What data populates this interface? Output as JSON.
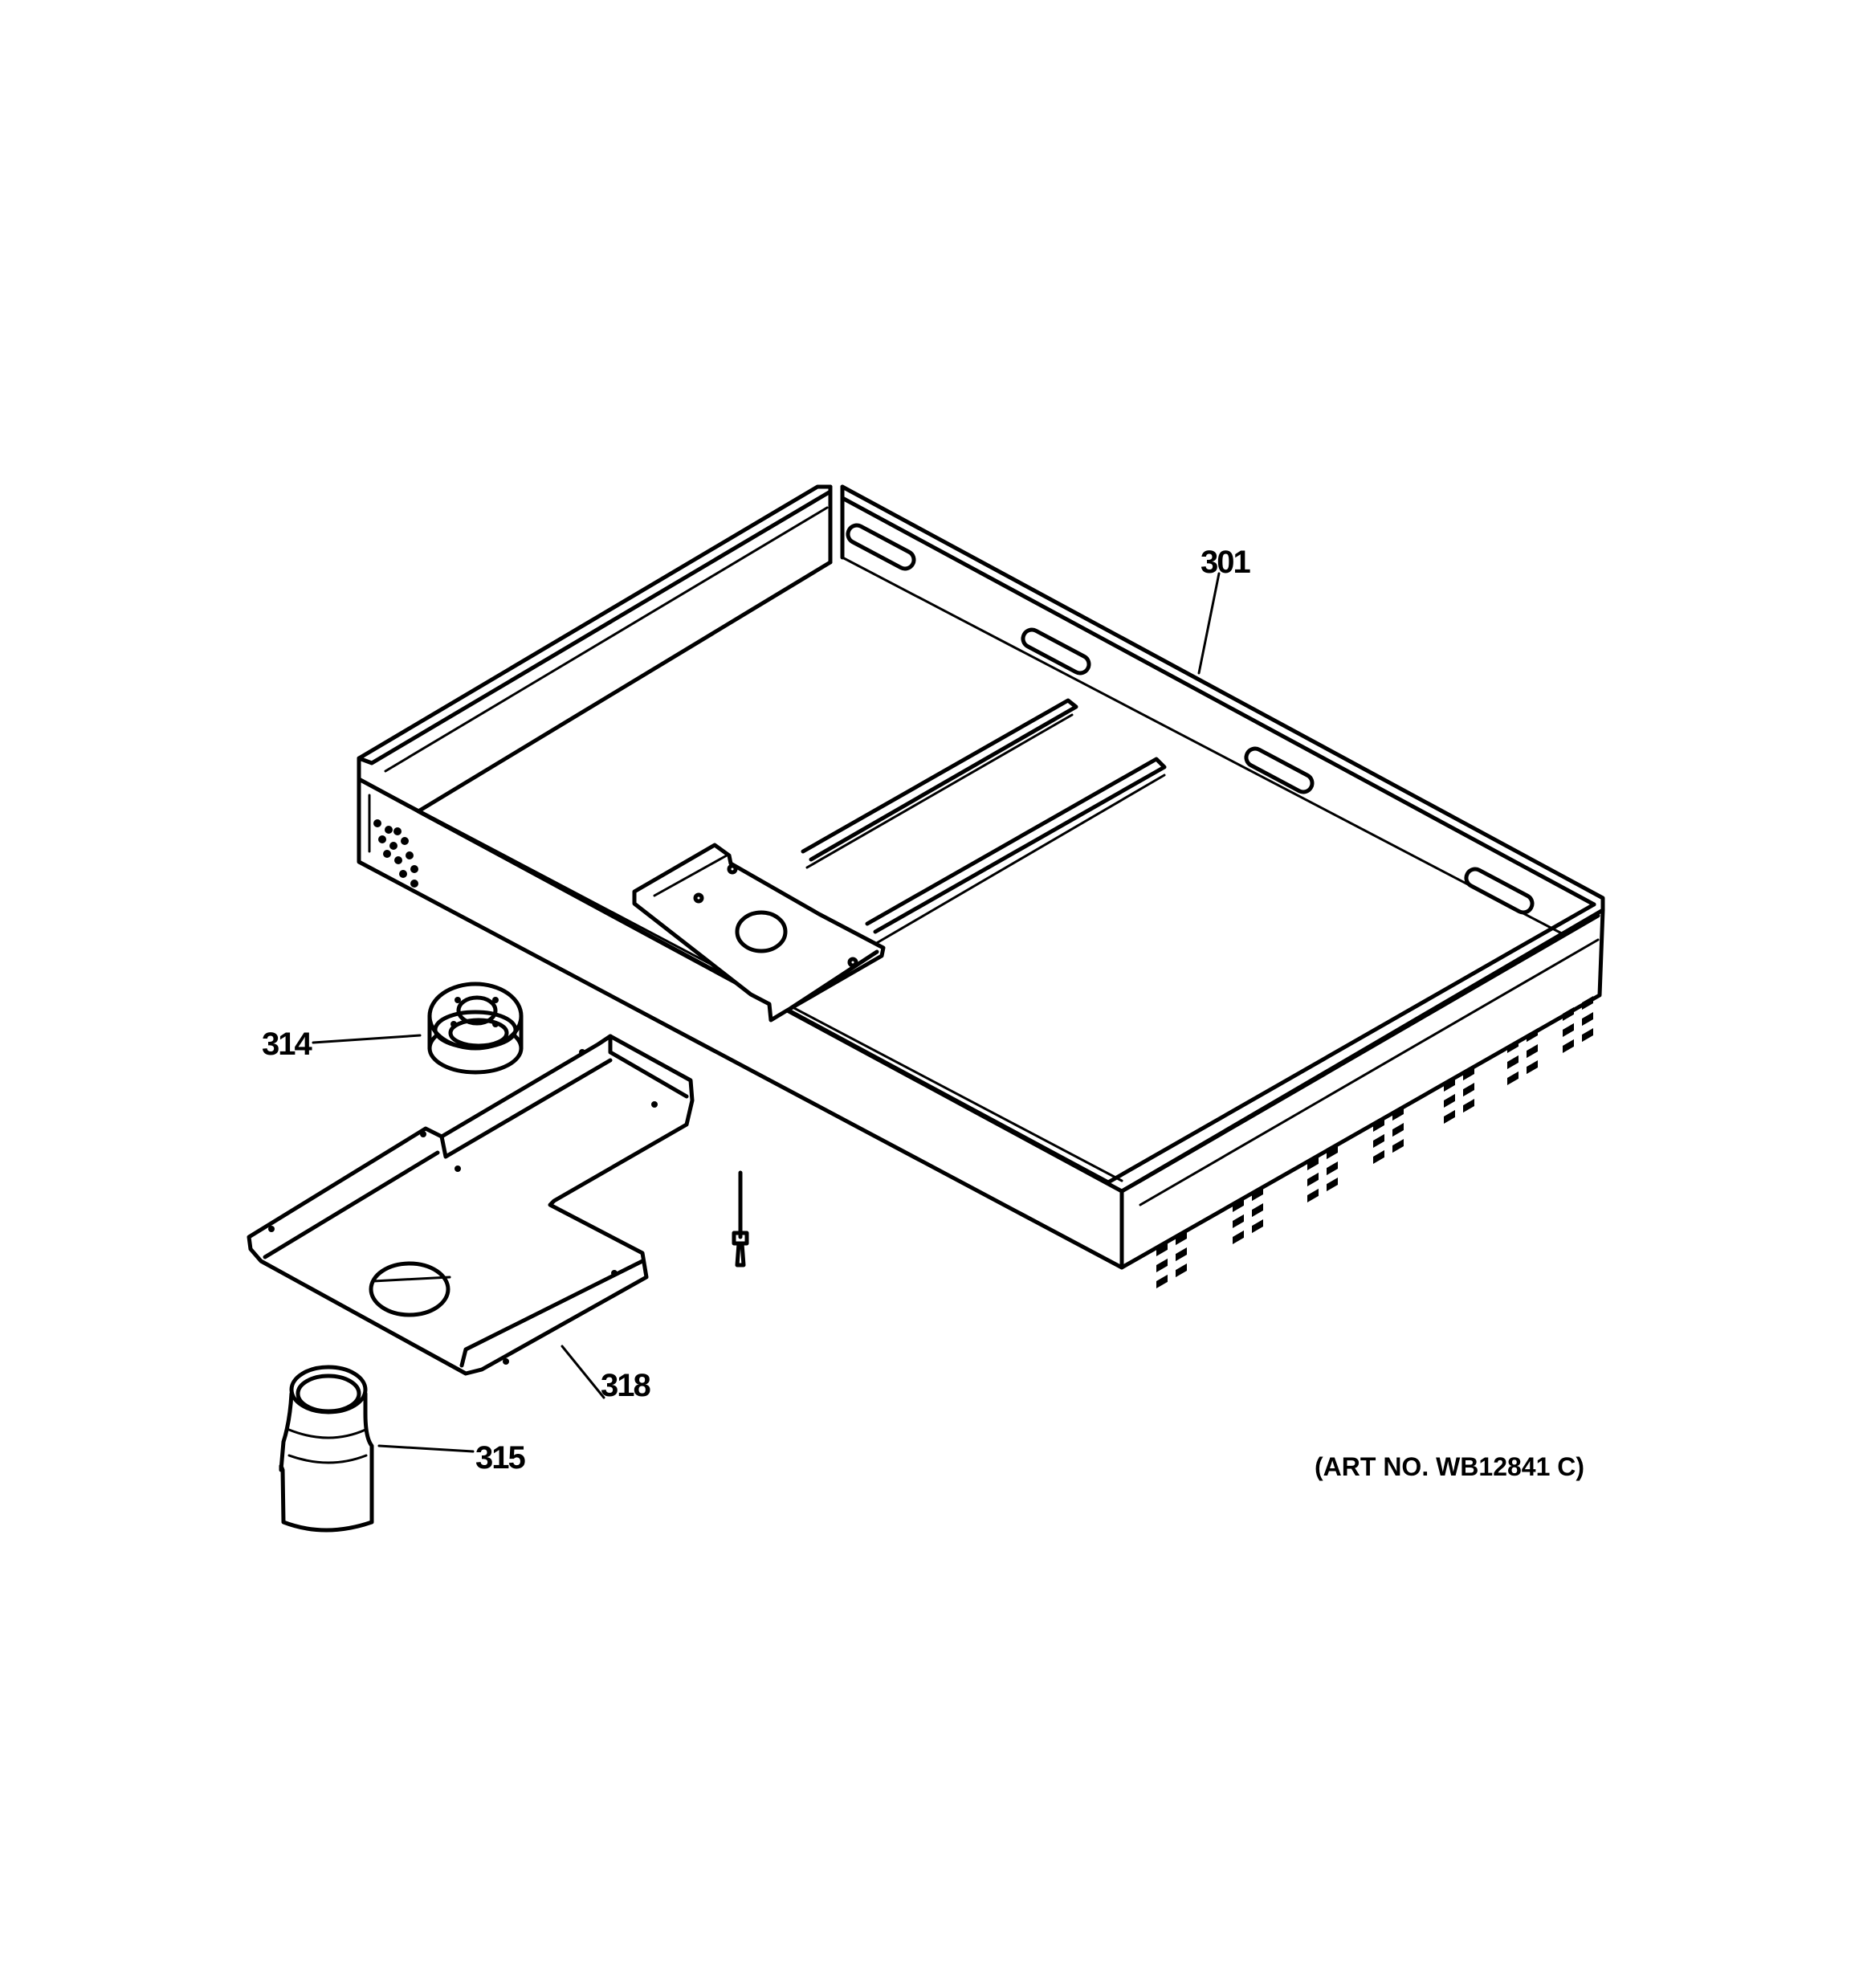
{
  "diagram": {
    "title": "Exploded parts view - cooktop bottom tray assembly",
    "background": "#ffffff",
    "line_color": "#000000",
    "callouts": [
      {
        "id": "301",
        "label": "301",
        "part": "bottom tray / cooktop pan"
      },
      {
        "id": "314",
        "label": "314",
        "part": "round grommet / plug"
      },
      {
        "id": "315",
        "label": "315",
        "part": "cylindrical duct / sleeve"
      },
      {
        "id": "318",
        "label": "318",
        "part": "bracket plate"
      }
    ],
    "art_number": "(ART NO. WB12841 C)"
  }
}
